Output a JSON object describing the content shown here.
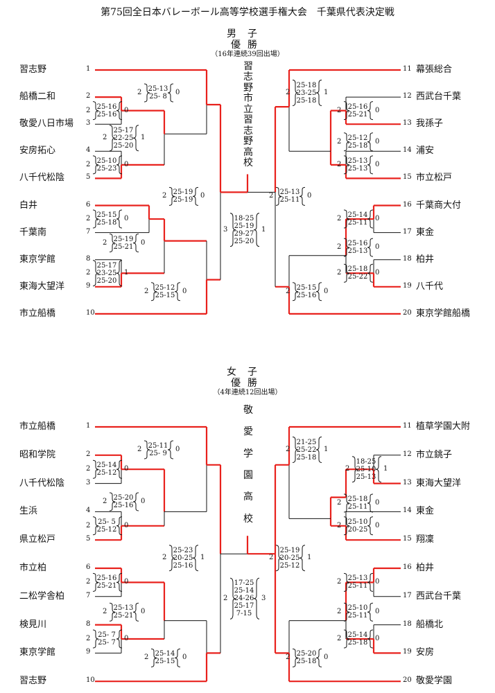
{
  "title": "第75回全日本バレーボール高等学校選手権大会　千葉県代表決定戦",
  "sections": [
    {
      "key": "men",
      "heading": "男子",
      "result_label": "優勝",
      "appearance": "（16年連続39回出場）",
      "champion": "習志野市立習志野高校",
      "left_teams": [
        {
          "num": "1",
          "name": "習志野"
        },
        {
          "num": "2",
          "name": "船橋二和"
        },
        {
          "num": "3",
          "name": "敬愛八日市場"
        },
        {
          "num": "4",
          "name": "安房拓心"
        },
        {
          "num": "5",
          "name": "八千代松陰"
        },
        {
          "num": "6",
          "name": "白井"
        },
        {
          "num": "7",
          "name": "千葉南"
        },
        {
          "num": "8",
          "name": "東京学館"
        },
        {
          "num": "9",
          "name": "東海大望洋"
        },
        {
          "num": "10",
          "name": "市立船橋"
        }
      ],
      "right_teams": [
        {
          "num": "11",
          "name": "幕張総合"
        },
        {
          "num": "12",
          "name": "西武台千葉"
        },
        {
          "num": "13",
          "name": "我孫子"
        },
        {
          "num": "14",
          "name": "浦安"
        },
        {
          "num": "15",
          "name": "市立松戸"
        },
        {
          "num": "16",
          "name": "千葉商大付"
        },
        {
          "num": "17",
          "name": "東金"
        },
        {
          "num": "18",
          "name": "柏井"
        },
        {
          "num": "19",
          "name": "八千代"
        },
        {
          "num": "20",
          "name": "東京学館船橋"
        }
      ],
      "matches": [
        {
          "id": "L1",
          "left": "2",
          "sets": [
            "25-16",
            "25-16"
          ],
          "right": "0"
        },
        {
          "id": "L2",
          "left": "2",
          "sets": [
            "25-17",
            "22-25",
            "25-20"
          ],
          "right": "1"
        },
        {
          "id": "L3",
          "left": "2",
          "sets": [
            "25-10",
            "25-23"
          ],
          "right": "0"
        },
        {
          "id": "L4",
          "left": "2",
          "sets": [
            "25-13",
            "25- 8"
          ],
          "right": "0"
        },
        {
          "id": "L5",
          "left": "2",
          "sets": [
            "25-15",
            "25-18"
          ],
          "right": "0"
        },
        {
          "id": "L6",
          "left": "2",
          "sets": [
            "25-19",
            "25-21"
          ],
          "right": "0"
        },
        {
          "id": "L7",
          "left": "2",
          "sets": [
            "25-17",
            "23-25",
            "25-20"
          ],
          "right": "1"
        },
        {
          "id": "L8",
          "left": "2",
          "sets": [
            "25-12",
            "25-15"
          ],
          "right": "0"
        },
        {
          "id": "L9",
          "left": "2",
          "sets": [
            "25-19",
            "25-19"
          ],
          "right": "0"
        },
        {
          "id": "R1",
          "left": "2",
          "sets": [
            "25-18",
            "23-25",
            "25-18"
          ],
          "right": "1"
        },
        {
          "id": "R2",
          "left": "2",
          "sets": [
            "25-16",
            "25-21"
          ],
          "right": "0"
        },
        {
          "id": "R3",
          "left": "2",
          "sets": [
            "25-12",
            "25-18"
          ],
          "right": "0"
        },
        {
          "id": "R4",
          "left": "2",
          "sets": [
            "25-13",
            "25-13"
          ],
          "right": "0"
        },
        {
          "id": "R5",
          "left": "2",
          "sets": [
            "25-14",
            "25-11"
          ],
          "right": "0"
        },
        {
          "id": "R6",
          "left": "2",
          "sets": [
            "25-16",
            "25-13"
          ],
          "right": "0"
        },
        {
          "id": "R7",
          "left": "2",
          "sets": [
            "25-18",
            "25-22"
          ],
          "right": "0"
        },
        {
          "id": "R8",
          "left": "2",
          "sets": [
            "25-15",
            "25-16"
          ],
          "right": "0"
        },
        {
          "id": "R9",
          "left": "2",
          "sets": [
            "25-13",
            "25-11"
          ],
          "right": "0"
        },
        {
          "id": "F",
          "left": "3",
          "sets": [
            "18-25",
            "25-19",
            "29-27",
            "25-20"
          ],
          "right": "1"
        }
      ]
    },
    {
      "key": "women",
      "heading": "女子",
      "result_label": "優勝",
      "appearance": "（4年連続12回出場）",
      "champion": "敬愛学園高校",
      "left_teams": [
        {
          "num": "1",
          "name": "市立船橋"
        },
        {
          "num": "2",
          "name": "昭和学院"
        },
        {
          "num": "3",
          "name": "八千代松陰"
        },
        {
          "num": "4",
          "name": "生浜"
        },
        {
          "num": "5",
          "name": "県立松戸"
        },
        {
          "num": "6",
          "name": "市立柏"
        },
        {
          "num": "7",
          "name": "二松学舎柏"
        },
        {
          "num": "8",
          "name": "検見川"
        },
        {
          "num": "9",
          "name": "東京学館"
        },
        {
          "num": "10",
          "name": "習志野"
        }
      ],
      "right_teams": [
        {
          "num": "11",
          "name": "植草学園大附"
        },
        {
          "num": "12",
          "name": "市立銚子"
        },
        {
          "num": "13",
          "name": "東海大望洋"
        },
        {
          "num": "14",
          "name": "東金"
        },
        {
          "num": "15",
          "name": "翔凜"
        },
        {
          "num": "16",
          "name": "柏井"
        },
        {
          "num": "17",
          "name": "西武台千葉"
        },
        {
          "num": "18",
          "name": "船橋北"
        },
        {
          "num": "19",
          "name": "安房"
        },
        {
          "num": "20",
          "name": "敬愛学園"
        }
      ],
      "matches": [
        {
          "id": "L1",
          "left": "2",
          "sets": [
            "25-14",
            "25-12"
          ],
          "right": "0"
        },
        {
          "id": "L2",
          "left": "2",
          "sets": [
            "25-20",
            "25-16"
          ],
          "right": "0"
        },
        {
          "id": "L3",
          "left": "2",
          "sets": [
            "25- 5",
            "25-12"
          ],
          "right": "0"
        },
        {
          "id": "L4",
          "left": "2",
          "sets": [
            "25-11",
            "25- 9"
          ],
          "right": "0"
        },
        {
          "id": "L5",
          "left": "2",
          "sets": [
            "25-16",
            "25-21"
          ],
          "right": "0"
        },
        {
          "id": "L6",
          "left": "2",
          "sets": [
            "25-13",
            "25-21"
          ],
          "right": "0"
        },
        {
          "id": "L7",
          "left": "2",
          "sets": [
            "25- 7",
            "25- 7"
          ],
          "right": "0"
        },
        {
          "id": "L8",
          "left": "2",
          "sets": [
            "25-14",
            "25-15"
          ],
          "right": "0"
        },
        {
          "id": "L9",
          "left": "2",
          "sets": [
            "25-23",
            "20-25",
            "25-16"
          ],
          "right": "1"
        },
        {
          "id": "R1",
          "left": "2",
          "sets": [
            "21-25",
            "25-22",
            "25-18"
          ],
          "right": "1"
        },
        {
          "id": "R2",
          "left": "2",
          "sets": [
            "18-25",
            "25-10",
            "25-13"
          ],
          "right": "1"
        },
        {
          "id": "R3",
          "left": "2",
          "sets": [
            "25-18",
            "25-11"
          ],
          "right": "0"
        },
        {
          "id": "R4",
          "left": "2",
          "sets": [
            "25-10",
            "20-25"
          ],
          "right": "0"
        },
        {
          "id": "R5",
          "left": "2",
          "sets": [
            "25-13",
            "25-11"
          ],
          "right": "0"
        },
        {
          "id": "R6",
          "left": "2",
          "sets": [
            "25-10",
            "25-11"
          ],
          "right": "0"
        },
        {
          "id": "R7",
          "left": "2",
          "sets": [
            "25-14",
            "25-18"
          ],
          "right": "0"
        },
        {
          "id": "R8",
          "left": "2",
          "sets": [
            "25-20",
            "25-18"
          ],
          "right": "0"
        },
        {
          "id": "R9",
          "left": "2",
          "sets": [
            "25-19",
            "20-25",
            "25-12"
          ],
          "right": "1"
        },
        {
          "id": "F",
          "left": "2",
          "sets": [
            "17-25",
            "25-14",
            "24-26",
            "25-17",
            "7-15"
          ],
          "right": "3"
        }
      ]
    }
  ],
  "colors": {
    "winner_line": "#e8211c",
    "loser_line": "#111111",
    "text": "#111111"
  }
}
